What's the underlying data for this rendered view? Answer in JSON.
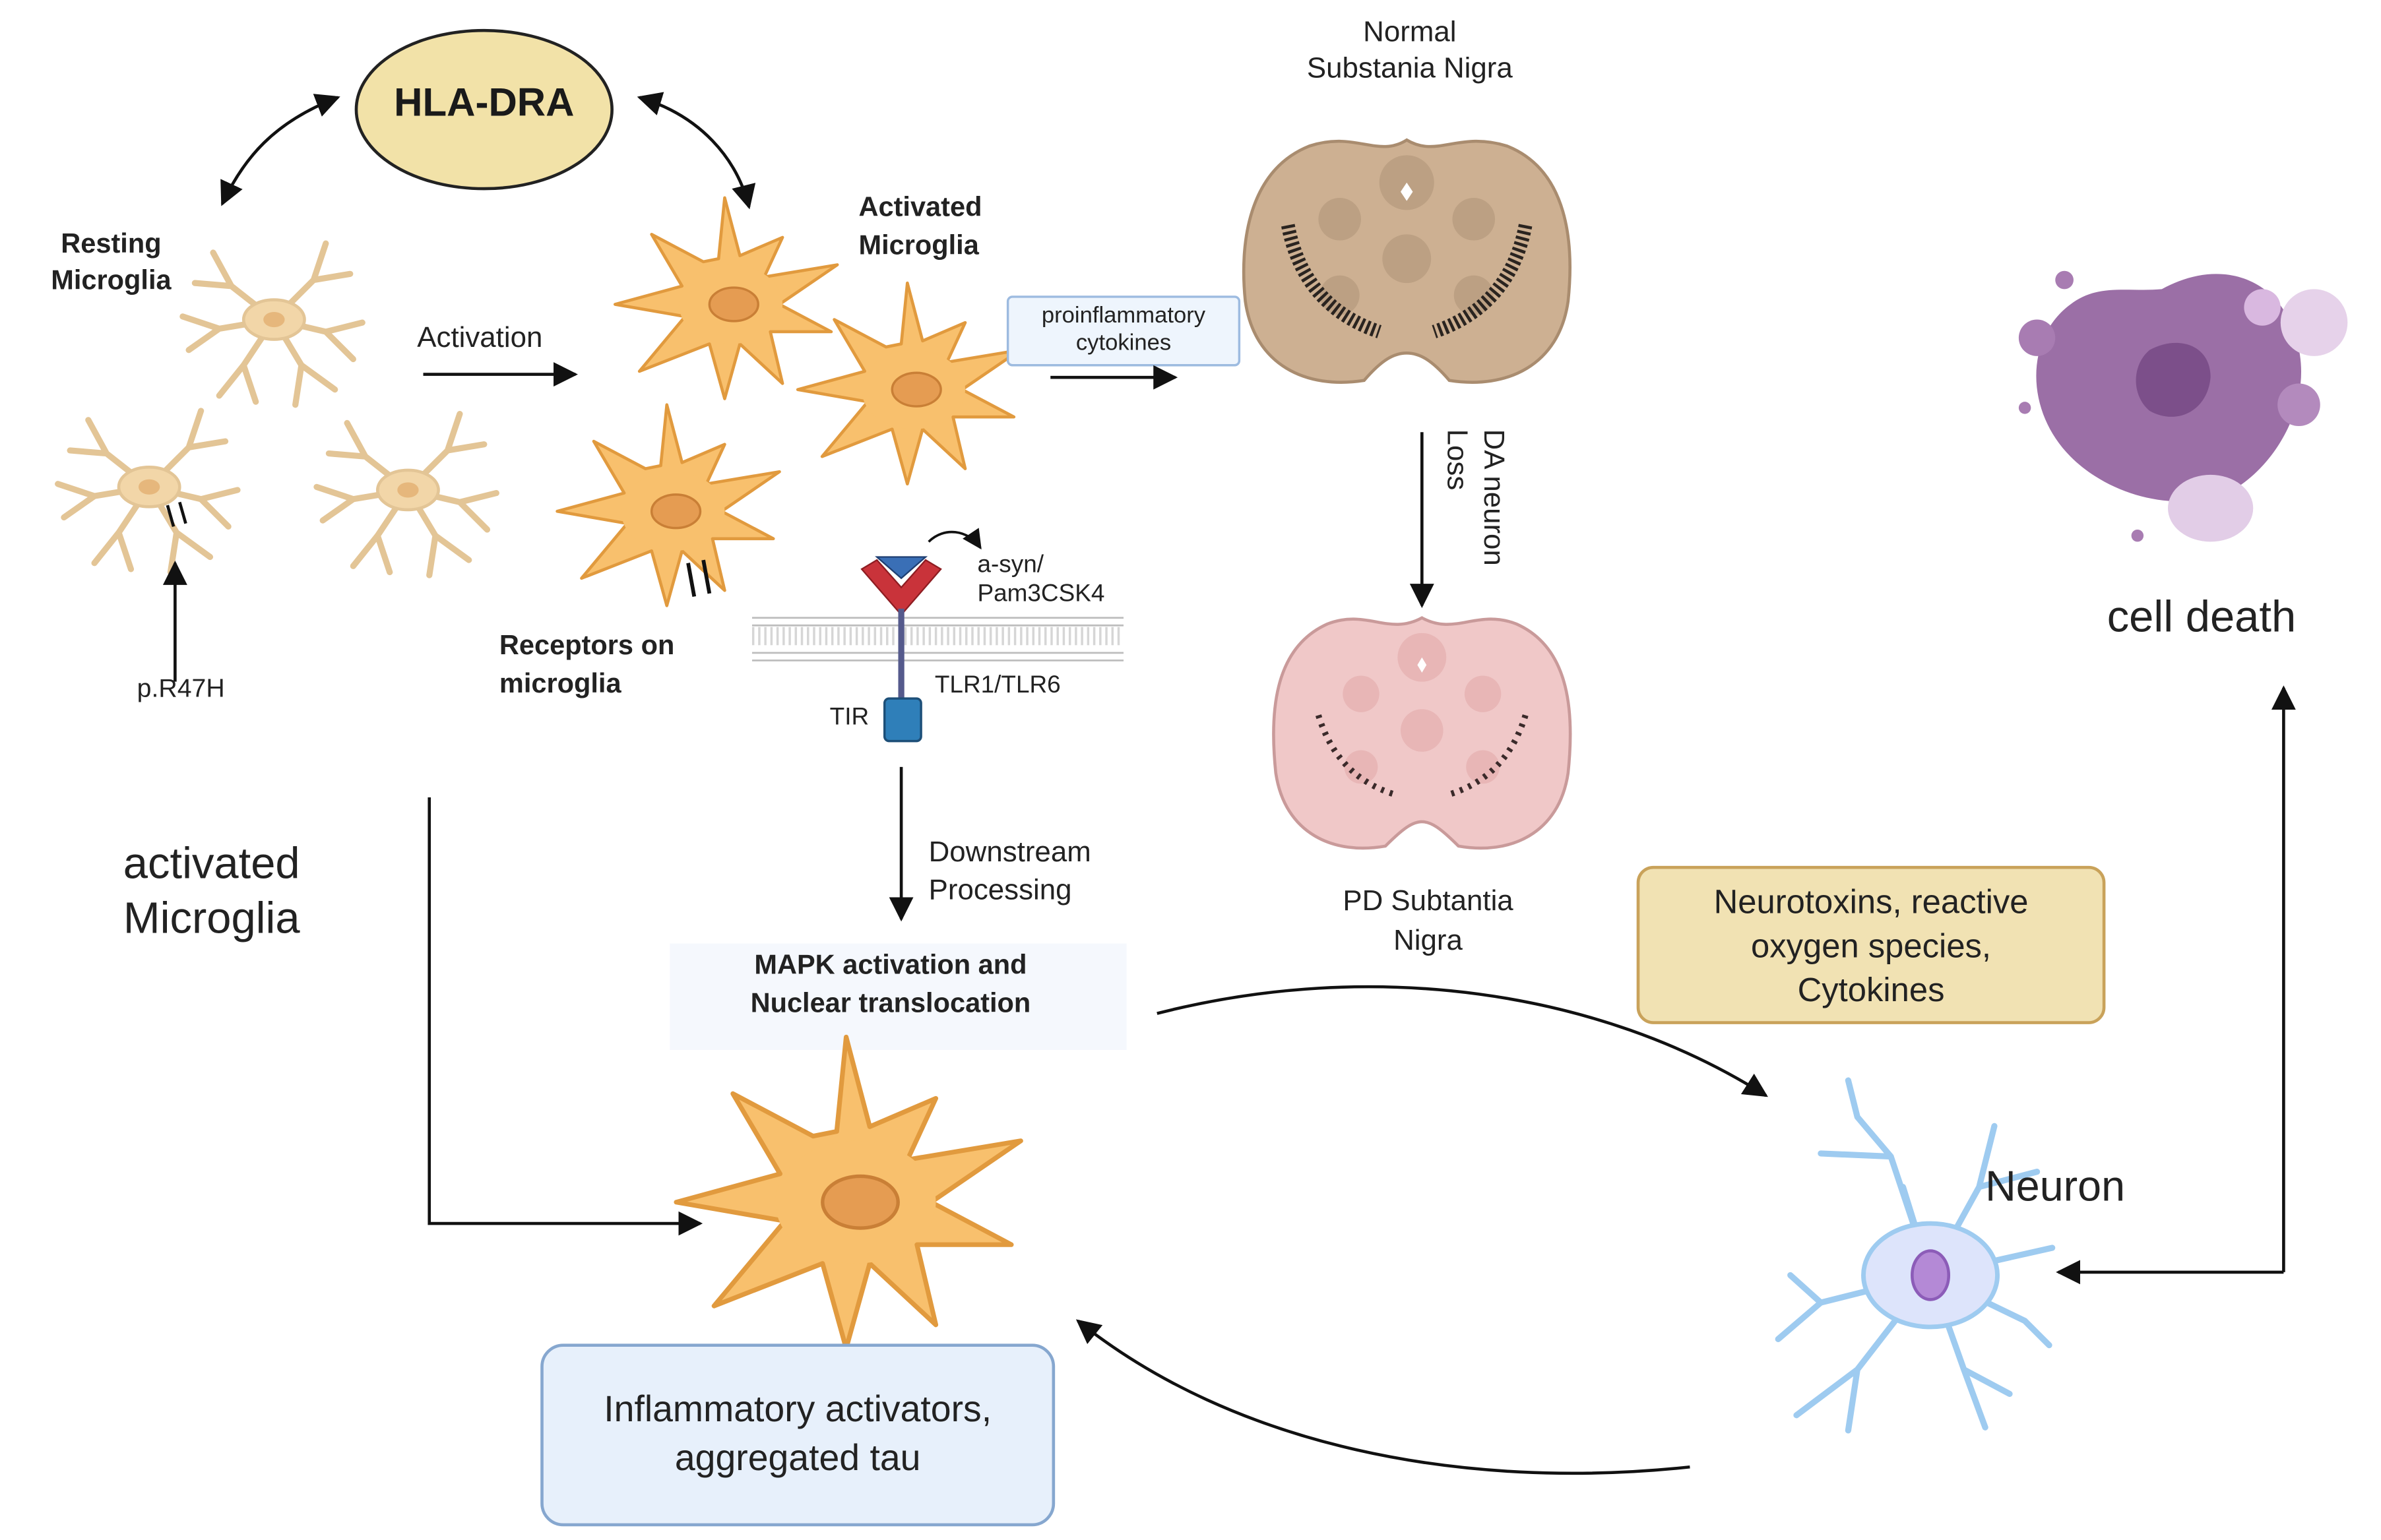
{
  "title_normal": "Normal\nSubstania Nigra",
  "title_pd": "PD Subtantia\nNigra",
  "hla": "HLA-DRA",
  "resting": "Resting\nMicroglia",
  "activated_top": "Activated\nMicroglia",
  "activation": "Activation",
  "proinflammatory": "proinflammatory\ncytokines",
  "receptors": "Receptors on\nmicroglia",
  "ligand": "a-syn/\nPam3CSK4",
  "tlr": "TLR1/TLR6",
  "tir": "TIR",
  "variant": "p.R47H",
  "downstream": "Downstream\nProcessing",
  "mapk": "MAPK activation and\nNuclear translocation",
  "activated_big": "activated\nMicroglia",
  "da_loss": "DA neuron\nLoss",
  "neurotoxins": "Neurotoxins, reactive\noxygen species,\nCytokines",
  "neuron": "Neuron",
  "cell_death": "cell death",
  "inflammatory": "Inflammatory activators,\naggregated tau",
  "colors": {
    "microglia_fill": "#f8c06d",
    "microglia_stroke": "#e19a3e",
    "resting_fill": "#f2d6a8",
    "hla_fill": "#f2e2a8",
    "neurotox_fill": "#f1e2b3",
    "neurotox_stroke": "#c9a25a",
    "inflam_fill": "#e7f0fb",
    "inflam_stroke": "#86a7cf",
    "brain_normal": "#cdb092",
    "brain_pd": "#f0c8c8",
    "neuron": "#9ecbf0",
    "dead_cell": "#9b6fa6"
  }
}
